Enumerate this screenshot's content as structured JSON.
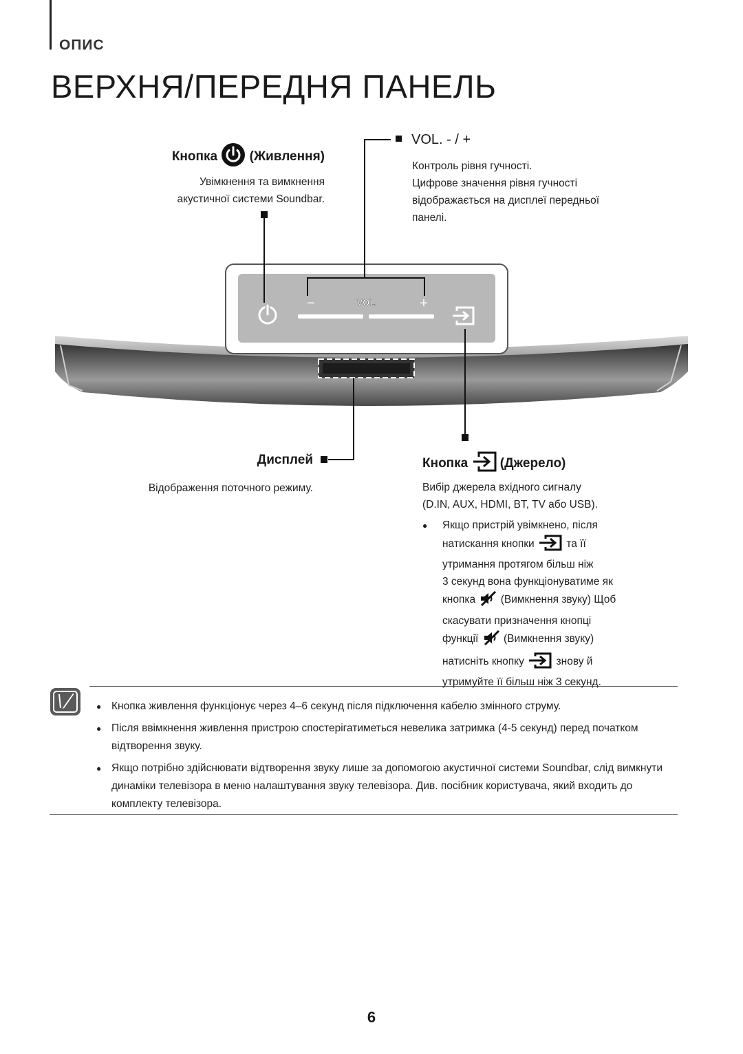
{
  "section": {
    "label": "ОПИС"
  },
  "page_title": "ВЕРХНЯ/ПЕРЕДНЯ ПАНЕЛЬ",
  "power": {
    "heading_prefix": "Кнопка",
    "heading_suffix": "(Живлення)",
    "desc_line1": "Увімкнення та вимкнення",
    "desc_line2": "акустичної системи Soundbar.",
    "icon": "power-icon"
  },
  "volume": {
    "heading": "VOL. - / +",
    "desc_line1": "Контроль рівня гучності.",
    "desc_line2": "Цифрове значення рівня гучності",
    "desc_line3": "відображається на дисплеї передньої",
    "desc_line4": "панелі."
  },
  "device": {
    "minus": "−",
    "vol_label": "VOL",
    "plus": "+"
  },
  "display": {
    "heading": "Дисплей",
    "desc": "Відображення поточного режиму."
  },
  "source": {
    "heading_prefix": "Кнопка",
    "heading_suffix": "(Джерело)",
    "desc_line1": "Вибір джерела вхідного сигналу",
    "desc_line2": "(D.IN, AUX, HDMI, BT, TV або USB).",
    "icon": "source-icon",
    "bullet": {
      "l1": "Якщо пристрій увімкнено, після",
      "l2a": "натискання кнопки",
      "l2b": "та її",
      "l3": "утримання протягом більш ніж",
      "l4": "3 секунд вона функціонуватиме як",
      "l5a": "кнопка",
      "l5b": "(Вимкнення звуку) Щоб",
      "l6": "скасувати призначення кнопці",
      "l7a": "функції",
      "l7b": "(Вимкнення звуку)",
      "l8a": "натисніть кнопку",
      "l8b": "знову й",
      "l9": "утримуйте її більш ніж 3 секунд."
    }
  },
  "notes": {
    "icon": "note-icon",
    "items": [
      "Кнопка живлення функціонує через 4–6 секунд після підключення кабелю змінного струму.",
      "Після ввімкнення живлення пристрою спостерігатиметься невелика затримка (4-5 секунд) перед початком відтворення звуку.",
      "Якщо потрібно здійснювати відтворення звуку лише за допомогою акустичної системи Soundbar, слід вимкнути динаміки телевізора в меню налаштування звуку телевізора. Див. посібник користувача, який входить до комплекту телевізора."
    ]
  },
  "page_number": "6"
}
